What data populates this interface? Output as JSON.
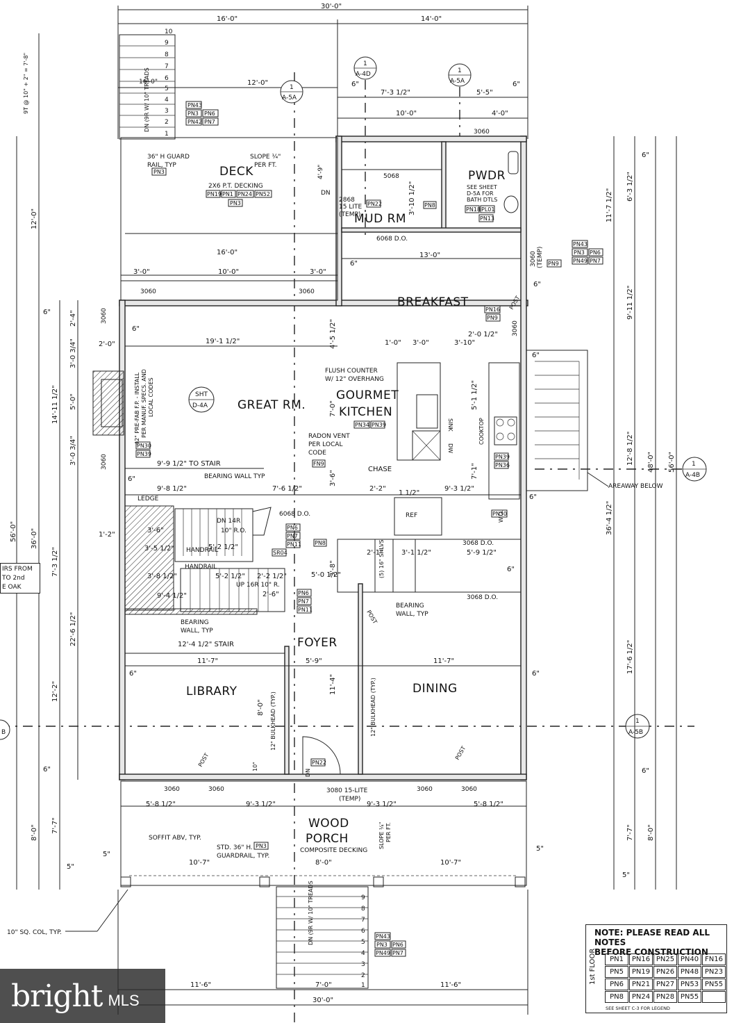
{
  "overall": {
    "width_total": "30'-0\"",
    "depth_total": "56'-0\"",
    "depth_inner": "48'-0\"",
    "top_left": "16'-0\"",
    "top_right": "14'-0\"",
    "bottom_left": "11'-6\"",
    "bottom_mid": "7'-0\"",
    "bottom_right": "11'-6\"",
    "bottom_total": "30'-0\""
  },
  "rooms": {
    "deck": "DECK",
    "mud": "MUD RM",
    "pwdr": "PWDR",
    "breakfast": "BREAKFAST",
    "great": "GREAT RM.",
    "kitchen_1": "GOURMET",
    "kitchen_2": "KITCHEN",
    "foyer": "FOYER",
    "library": "LIBRARY",
    "dining": "DINING",
    "porch_1": "WOOD",
    "porch_2": "PORCH"
  },
  "notes": {
    "deck_decking": "2X6 P.T. DECKING",
    "guard": "36\" H GUARD",
    "rail": "RAIL, TYP",
    "slope": "SLOPE ¼\"",
    "per_ft": "PER FT.",
    "pwdr_1": "SEE SHEET",
    "pwdr_2": "D-5A FOR",
    "pwdr_3": "BATH DTLS",
    "fp_1": "42\" PRE-FAB F.P. - INSTALL",
    "fp_2": "PER MANUF. SPECS. AND",
    "fp_3": "LOCAL CODES",
    "flush_1": "FLUSH COUNTER",
    "flush_2": "W/ 12\" OVERHANG",
    "radon_1": "RADON VENT",
    "radon_2": "PER LOCAL",
    "radon_3": "CODE",
    "chase": "CHASE",
    "sink": "SINK",
    "dw": "DW",
    "cooktop": "COOKTOP",
    "ref": "REF",
    "wo": "W.O.",
    "areaway": "AREAWAY BELOW",
    "bearing_typ": "BEARING WALL TYP",
    "bearing_1": "BEARING",
    "bearing_2": "WALL, TYP",
    "ledge": "LEDGE",
    "handrail": "HANDRAIL",
    "stair_to": "9'-9 1/2\" TO STAIR",
    "stair_len": "12'-4 1/2\" STAIR",
    "bulkhead": "12\" BULKHEAD (TYP.)",
    "composite": "COMPOSITE DECKING",
    "soffit": "SOFFIT ABV, TYP.",
    "guardrail_1": "STD. 36\" H.",
    "guardrail_2": "GUARDRAIL, TYP.",
    "col": "10\" SQ. COL, TYP.",
    "dn_stair_top": "DN (9R W/ 10\" TREADS",
    "dn_stair_bot": "DN (9R W/ 10\" TREADS",
    "front_door": "3080 15-LITE",
    "front_door_2": "(TEMP)",
    "door_6068": "6068 D.O.",
    "door_3068": "3068 D.O.",
    "win_3060": "3060",
    "door_2868": "2868",
    "door_2868b": "15 LITE",
    "door_2868c": "(TEMP)",
    "door_5068": "5068",
    "door_3060t": "3060",
    "post": "POST",
    "temp": "(TEMP)",
    "shlvs": "(5) 16\" SHLVS",
    "dn": "DN",
    "dn_14r": "DN 14R",
    "r_10": "10\" R.O.",
    "up_16r": "UP 16R 10\" R.",
    "callout_1": "IRS FROM",
    "callout_2": "TO 2nd",
    "callout_3": "E OAK",
    "vert_top": "9T @ 10\" + 2\" = 7'-8\""
  },
  "dims": {
    "d_12_0": "12'-0\"",
    "d_7_3_half": "7'-3 1/2\"",
    "d_5_5": "5'-5\"",
    "d_10_0": "10'-0\"",
    "d_4_0": "4'-0\"",
    "d_16_0": "16'-0\"",
    "d_3_0": "3'-0\"",
    "d_13_0": "13'-0\"",
    "d_19_1_half": "19'-1 1/2\"",
    "d_1_0": "1'-0\"",
    "d_3_10": "3'-10\"",
    "d_2_0_half": "2'-0 1/2\"",
    "d_2_0": "2'-0\"",
    "d_9_3_half": "9'-3 1/2\"",
    "d_7_6_half": "7'-6 1/2\"",
    "d_2_2": "2'-2\"",
    "d_1_half": "1 1/2\"",
    "d_11_7": "11'-7\"",
    "d_5_9": "5'-9\"",
    "d_5_8_half": "5'-8 1/2\"",
    "d_10_7": "10'-7\"",
    "d_8_0": "8'-0\"",
    "d_7_7": "7'-7\"",
    "d_6": "6\"",
    "d_5": "5\"",
    "d_10": "10\"",
    "d_12_0_side": "12'-0\"",
    "d_36_0": "36'-0\"",
    "d_56_0": "56'-0\"",
    "d_48_0": "48'-0\"",
    "d_14_11_half": "14'-11 1/2\"",
    "d_7_3_5": "7'-3 1/2\"",
    "d_22_6_half": "22'-6 1/2\"",
    "d_12_2": "12'-2\"",
    "d_7_7_side": "7'-7\"",
    "d_8_0_side": "8'-0\"",
    "d_11_7_half": "11'-7 1/2\"",
    "d_6_3_half": "6'-3 1/2\"",
    "d_9_11_half": "9'-11 1/2\"",
    "d_12_8_half": "12'-8 1/2\"",
    "d_36_4_half": "36'-4 1/2\"",
    "d_17_6_half": "17'-6 1/2\"",
    "d_4_9": "4'-9\"",
    "d_4_5_half": "4'-5 1/2\"",
    "d_7_0": "7'-0\"",
    "d_3_6": "3'-6\"",
    "d_5_1_half": "5'-1 1/2\"",
    "d_7_1": "7'-1\"",
    "d_11_4": "11'-4\"",
    "d_8_0_v": "8'-0\"",
    "d_3_10_half": "3'-10 1/2\"",
    "d_2_1": "2'-1\"",
    "d_3_1_half": "3'-1 1/2\"",
    "d_5_9_half": "5'-9 1/2\"",
    "d_5_0_half": "5'-0 1/2\"",
    "d_3_8": "3'-8\"",
    "d_3_5_half": "3'-5 1/2\"",
    "d_3_8_half": "3'-8 1/2\"",
    "d_9_4_half": "9'-4 1/2\"",
    "d_5_2_half": "5'-2 1/2\"",
    "d_2_2_half": "2'-2 1/2\"",
    "d_2_6": "2'-6\"",
    "d_1_2": "1'-2\"",
    "d_9_8_half": "9'-8 1/2\"",
    "d_3_0_34": "3'-0 3/4\"",
    "d_5_0": "5'-0\"",
    "d_2_4": "2'-4\""
  },
  "tags": {
    "pn43": "PN43",
    "pn3": "PN3",
    "pn6": "PN6",
    "pn42": "PN42",
    "pn7": "PN7",
    "pn19": "PN19",
    "pn1": "PN1",
    "pn24": "PN24",
    "pn52": "PN52",
    "pn22": "PN22",
    "pn8": "PN8",
    "pn18": "PN18",
    "pl01": "PL01",
    "pn13": "PN13",
    "pn49": "PN49",
    "pn9": "PN9",
    "pn16": "PN16",
    "pn30": "PN30",
    "pn39": "PN39",
    "pn34": "PN34",
    "pn36": "PN36",
    "pn11": "PN11",
    "sr04": "SR04",
    "fn9": "FN9"
  },
  "sections": {
    "a5a": "A-5A",
    "a4d": "A-4D",
    "a4b": "A-4B",
    "a5b": "A-5B",
    "d4a": "D-4A",
    "sht": "SHT",
    "one": "1",
    "b": "B"
  },
  "stair_numbers": [
    "10",
    "9",
    "8",
    "7",
    "6",
    "5",
    "4",
    "3",
    "2",
    "1"
  ],
  "porch_stair_numbers": [
    "9",
    "8",
    "7",
    "6",
    "5",
    "4",
    "3",
    "2",
    "1"
  ],
  "notes_box": {
    "title_1": "NOTE: PLEASE READ ALL NOTES",
    "title_2": "BEFORE CONSTRUCTION",
    "floor": "1st FLOOR",
    "cells": [
      "PN1",
      "PN16",
      "PN25",
      "PN40",
      "FN16",
      "PN5",
      "PN19",
      "PN26",
      "PN48",
      "PN23",
      "PN6",
      "PN21",
      "PN27",
      "PN53",
      "PN55",
      "PN8",
      "PN24",
      "PN28",
      "PN55",
      ""
    ],
    "legend_ref": "SEE SHEET C-3 FOR LEGEND"
  },
  "logo": {
    "word": "bright",
    "mls": "MLS"
  }
}
